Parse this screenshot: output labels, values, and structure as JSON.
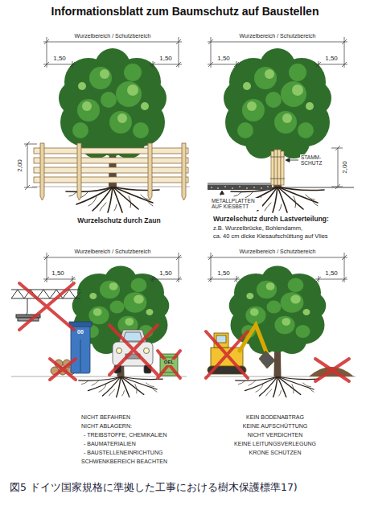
{
  "diagram": {
    "title": "Informationsblatt zum Baumschutz auf Baustellen",
    "caption": "図5 ドイツ国家規格に準拠した工事における樹木保護標準17)",
    "labels": [
      "Wurzelbereich / Schutzbereich",
      "1,50",
      "1,50",
      "2,00",
      "Wurzelschutz durch Zaun",
      "Wurzelbereich / Schutzbereich",
      "1,50",
      "1,50",
      "METALLPLATTEN AUF KIESBETT",
      "STAMM-SCHUTZ",
      "2,00",
      "Wurzelschutz durch Lastverteilung:",
      "z.B. Wurzelbrücke, Bohlendamm,",
      "ca. 40 cm dicke Kiesaufschüttung auf Vlies",
      "Wurzelbereich / Schutzbereich",
      "1,50",
      "1,50",
      "00",
      "OEL",
      "NICHT BEFAHREN",
      "NICHT ABLAGERN:",
      "- TREIBSTOFFE, CHEMIKALIEN",
      "- BAUMATERIALIEN",
      "- BAUSTELLENEINRICHTUNG",
      "SCHWENKBEREICH BEACHTEN",
      "Wurzelbereich / Schutzbereich",
      "1,50",
      "1,50",
      "KEIN BODENABTRAG",
      "KEINE AUFSCHÜTTUNG",
      "NICHT VERDICHTEN",
      "KEINE LEITUNGSVERLEGUNG",
      "KRONE SCHÜTZEN"
    ]
  }
}
